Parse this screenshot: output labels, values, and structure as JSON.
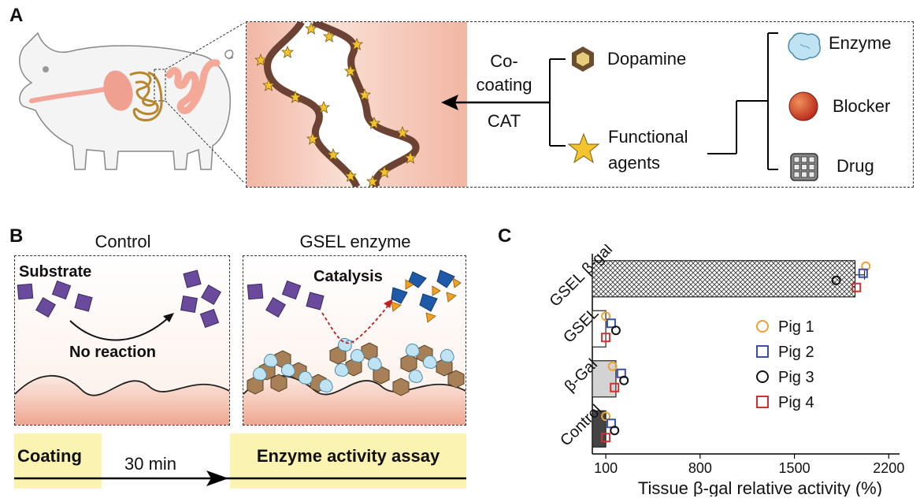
{
  "panel_a": {
    "letter": "A",
    "cocoating_line1": "Co-",
    "cocoating_line2": "coating",
    "cat": "CAT",
    "dopamine": "Dopamine",
    "functional_line1": "Functional",
    "functional_line2": "agents",
    "enzyme": "Enzyme",
    "blocker": "Blocker",
    "drug": "Drug"
  },
  "panel_b": {
    "letter": "B",
    "control_title": "Control",
    "gsel_title": "GSEL enzyme",
    "substrate": "Substrate",
    "no_reaction": "No reaction",
    "catalysis": "Catalysis",
    "coating": "Coating",
    "time": "30 min",
    "assay": "Enzyme activity assay"
  },
  "panel_c": {
    "letter": "C",
    "chart_data": {
      "type": "bar",
      "orientation": "horizontal",
      "categories": [
        "GSEL β-gal",
        "GSEL",
        "β-Gal",
        "Control"
      ],
      "values": [
        1950,
        100,
        175,
        100
      ],
      "xlabel": "Tissue β-gal relative activity (%)",
      "xticks": [
        100,
        800,
        1500,
        2200
      ],
      "xlim": [
        0,
        2280
      ],
      "bar_fills": [
        "crosshatch",
        "white",
        "#d3d3d3",
        "#444444"
      ],
      "legend_position": "right",
      "series": [
        {
          "name": "Pig 1",
          "marker": "circle",
          "color": "#f0a030",
          "values": [
            2030,
            100,
            150,
            100
          ]
        },
        {
          "name": "Pig 2",
          "marker": "square",
          "color": "#3a50a8",
          "values": [
            2010,
            140,
            215,
            140
          ]
        },
        {
          "name": "Pig 3",
          "marker": "circle",
          "color": "#111111",
          "values": [
            1810,
            175,
            235,
            165
          ]
        },
        {
          "name": "Pig 4",
          "marker": "square",
          "color": "#d03030",
          "values": [
            1960,
            100,
            165,
            100
          ]
        }
      ]
    }
  }
}
